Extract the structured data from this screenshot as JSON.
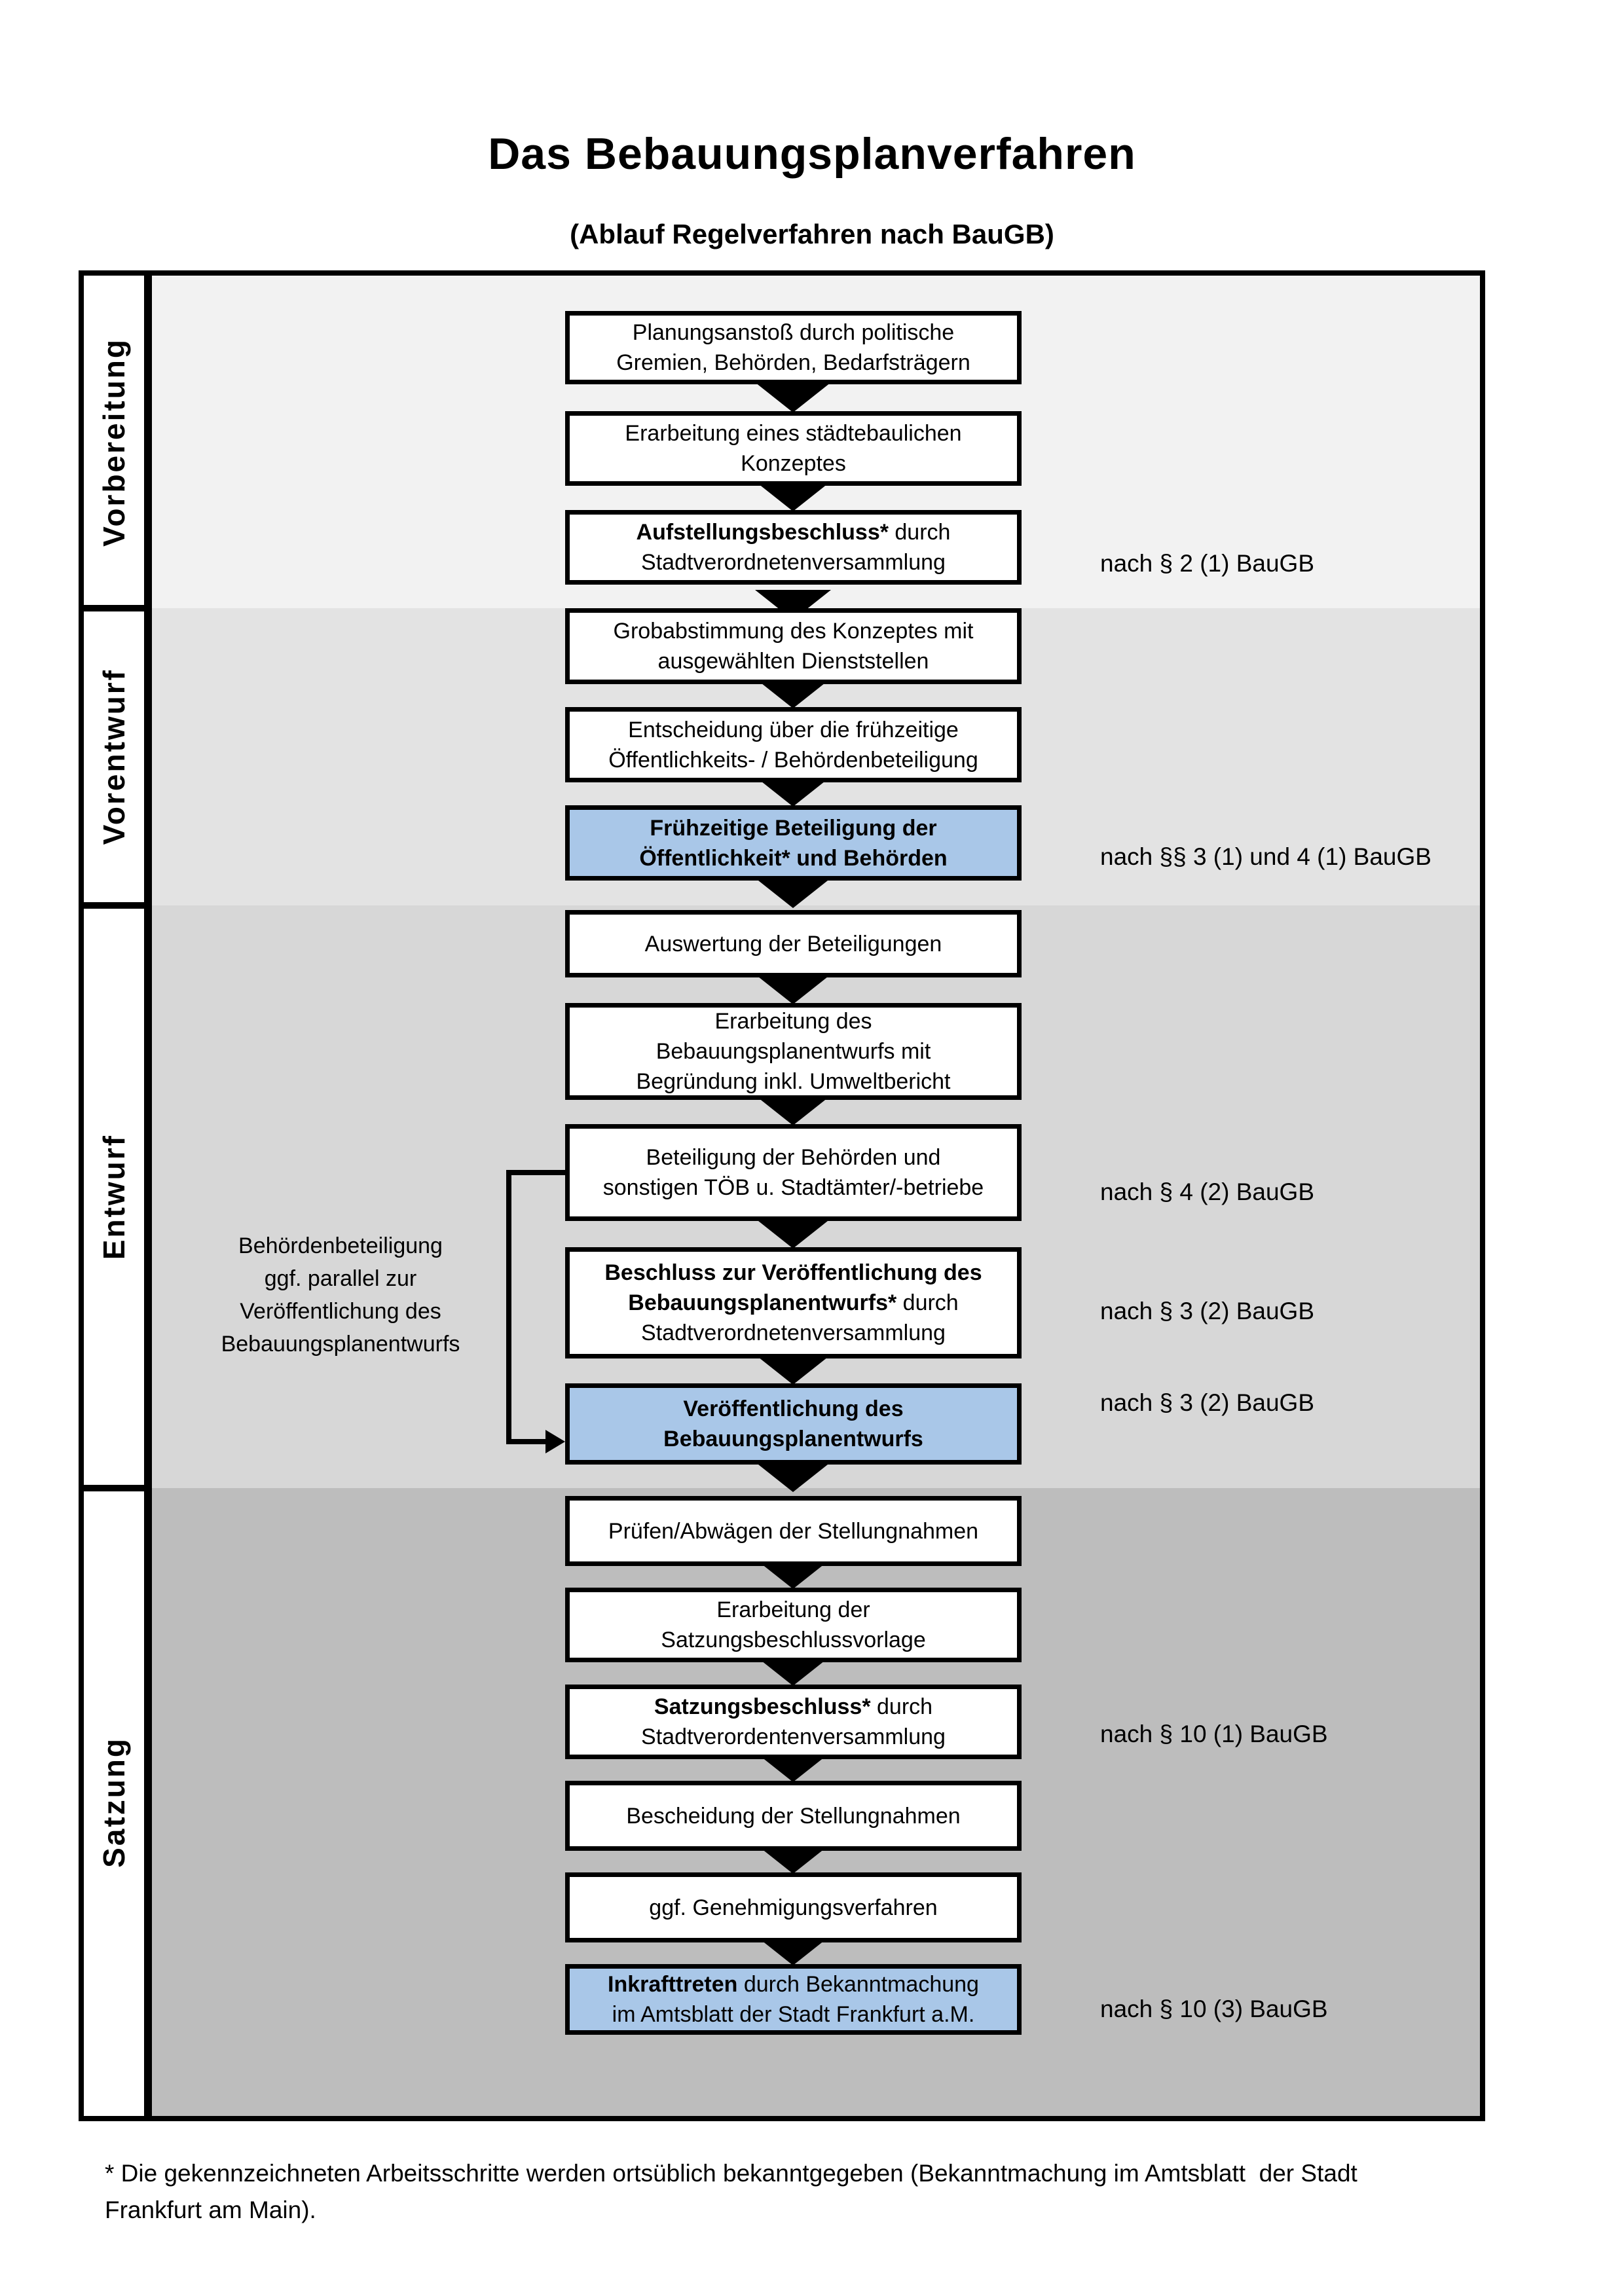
{
  "title": "Das Bebauungsplanverfahren",
  "subtitle": "(Ablauf Regelverfahren nach BauGB)",
  "colors": {
    "highlight_blue": "#a9c7e8",
    "box_border": "#000000",
    "section_vorbereitung_bg": "#f2f2f2",
    "section_vorentwurf_bg": "#e3e3e3",
    "section_entwurf_bg": "#d7d7d7",
    "section_satzung_bg": "#bdbdbd"
  },
  "sections": [
    {
      "label": "Vorbereitung"
    },
    {
      "label": "Vorentwurf"
    },
    {
      "label": "Entwurf"
    },
    {
      "label": "Satzung"
    }
  ],
  "boxes": {
    "planungsanstoss": {
      "lines": [
        "Planungsanstoß durch politische",
        "Gremien, Behörden, Bedarfsträgern"
      ]
    },
    "staedtebauliches_konzept": {
      "lines": [
        "Erarbeitung eines städtebaulichen",
        "Konzeptes"
      ]
    },
    "aufstellungsbeschluss": {
      "bold_part": "Aufstellungsbeschluss*",
      "regular_part": " durch",
      "line2": "Stadtverordnetenversammlung"
    },
    "grobabstimmung": {
      "lines": [
        "Grobabstimmung des Konzeptes mit",
        "ausgewählten Dienststellen"
      ]
    },
    "entscheidung": {
      "lines": [
        "Entscheidung über die frühzeitige",
        "Öffentlichkeits- / Behördenbeteiligung"
      ]
    },
    "fruehzeitige_beteiligung": {
      "lines": [
        "Frühzeitige Beteiligung der",
        "Öffentlichkeit* und Behörden"
      ]
    },
    "auswertung": {
      "lines": [
        "Auswertung der Beteiligungen"
      ]
    },
    "erarbeitung_entwurf": {
      "lines": [
        "Erarbeitung des",
        "Bebauungsplanentwurfs mit",
        "Begründung inkl. Umweltbericht"
      ]
    },
    "beteiligung_behoerden": {
      "lines": [
        "Beteiligung der Behörden und",
        "sonstigen TÖB u. Stadtämter/-betriebe"
      ]
    },
    "beschluss_veroeffentlichung": {
      "line1_bold": "Beschluss zur Veröffentlichung des",
      "line2_bold": "Bebauungsplanentwurfs*",
      "line2_regular": " durch",
      "line3": "Stadtverordnetenversammlung"
    },
    "veroeffentlichung": {
      "lines": [
        "Veröffentlichung des",
        "Bebauungsplanentwurfs"
      ]
    },
    "pruefen_abwaegen": {
      "lines": [
        "Prüfen/Abwägen der Stellungnahmen"
      ]
    },
    "satzungsbeschlussvorlage": {
      "lines": [
        "Erarbeitung der",
        "Satzungsbeschlussvorlage"
      ]
    },
    "satzungsbeschluss": {
      "bold_part": "Satzungsbeschluss*",
      "regular_part": " durch",
      "line2": "Stadtverordentenversammlung"
    },
    "bescheidung": {
      "lines": [
        "Bescheidung der Stellungnahmen"
      ]
    },
    "genehmigungsverfahren": {
      "lines": [
        "ggf. Genehmigungsverfahren"
      ]
    },
    "inkrafttreten": {
      "line1_bold": "Inkrafttreten",
      "line1_regular": " durch Bekanntmachung",
      "line2": "im Amtsblatt der Stadt Frankfurt a.M."
    }
  },
  "annotation": {
    "lines": [
      "Behördenbeteiligung",
      "ggf. parallel zur",
      "Veröffentlichung des",
      "Bebauungsplanentwurfs"
    ]
  },
  "references": [
    {
      "text": "nach § 2 (1) BauGB"
    },
    {
      "text": "nach §§ 3 (1) und 4 (1) BauGB"
    },
    {
      "text": "nach § 4 (2) BauGB"
    },
    {
      "text": "nach § 3 (2) BauGB"
    },
    {
      "text": "nach § 3 (2) BauGB"
    },
    {
      "text": "nach § 10 (1) BauGB"
    },
    {
      "text": "nach § 10 (3) BauGB"
    }
  ],
  "footnote": {
    "line1": "* Die gekennzeichneten Arbeitsschritte werden ortsüblich bekanntgegeben (Bekanntmachung im Amtsblatt  der Stadt",
    "line2": "Frankfurt am Main)."
  }
}
